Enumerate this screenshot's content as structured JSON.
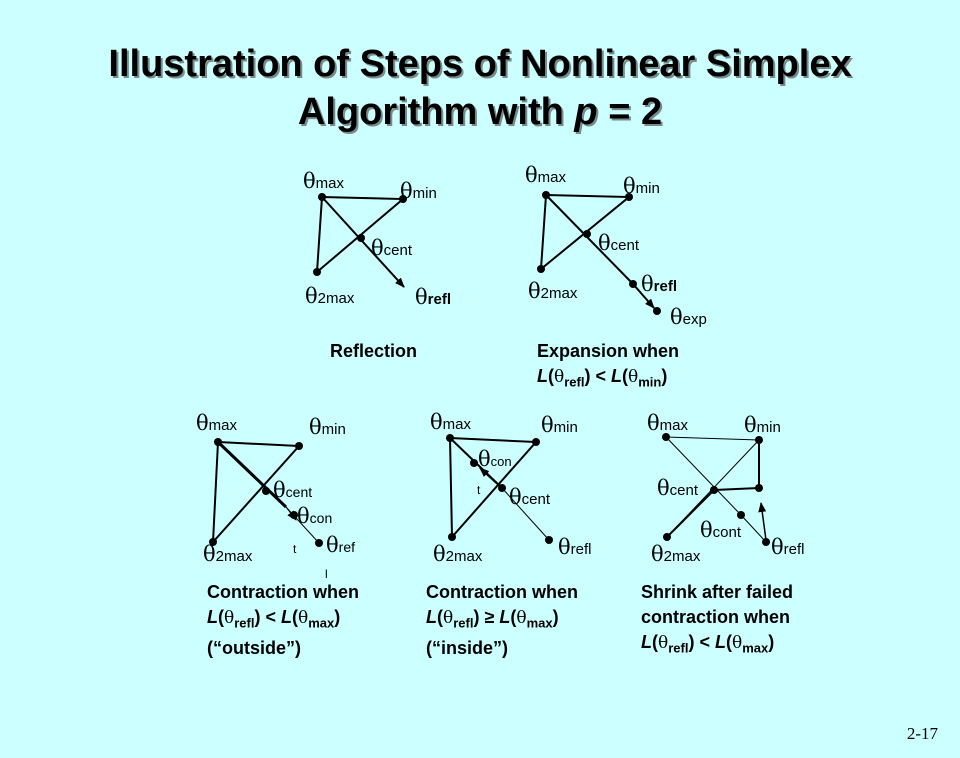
{
  "title_line1": "Illustration of Steps of Nonlinear Simplex",
  "title_line2_prefix": "Algorithm with ",
  "title_line2_var": "p",
  "title_line2_suffix": " = 2",
  "theta": "θ",
  "sub": {
    "max": "max",
    "min": "min",
    "cent": "cent",
    "refl": "refl",
    "two_max": "2max",
    "exp": "exp",
    "con": "con",
    "cont": "cont",
    "t": "t",
    "ref": "ref",
    "l": "l"
  },
  "captions": {
    "reflection": "Reflection",
    "expansion_line1": "Expansion when",
    "contraction_outside_line1": "Contraction when",
    "contraction_outside_line3": "(“outside”)",
    "contraction_inside_line1": "Contraction when",
    "contraction_inside_line3": "(“inside”)",
    "shrink_line1": "Shrink after failed",
    "shrink_line2": "contraction when"
  },
  "formula": {
    "L": "L",
    "open": "(",
    "close": ")",
    "lt": " < ",
    "ge": " ≥ ",
    "refl": "refl",
    "min": "min",
    "max": "max"
  },
  "page_number": "2-17"
}
